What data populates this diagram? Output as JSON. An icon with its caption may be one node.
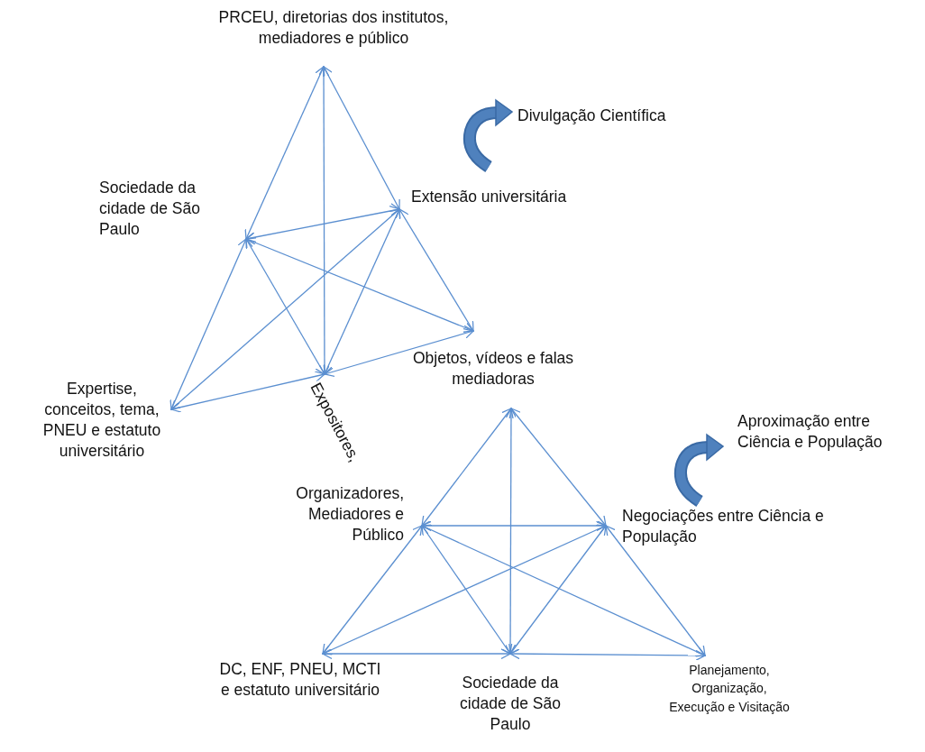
{
  "diagram": {
    "nodes": [
      {
        "text": [
          "PRCEU, diretorias dos institutos, mediadores e público"
        ]
      },
      {
        "text": [
          "Sociedade da cidade de São Paulo"
        ]
      },
      {
        "text": [
          "Extensão universitária"
        ]
      },
      {
        "text": [
          "Objetos, vídeos e falas mediadoras"
        ]
      },
      {
        "text": [
          "Expertise, conceitos, tema, PNEU e estatuto universitário"
        ]
      },
      {
        "text": [
          "Expositores,"
        ]
      },
      {
        "text": [
          "Organizadores, Mediadores e Público"
        ]
      },
      {
        "text": [
          "Negociações entre Ciência e População"
        ]
      },
      {
        "text": [
          "DC, ENF, PNEU, MCTI e  estatuto universitário"
        ]
      },
      {
        "text": [
          "Sociedade da cidade de São Paulo"
        ]
      },
      {
        "text": [
          "Planejamento, Organização, Execução e Visitação"
        ]
      }
    ],
    "edges": [
      {
        "from": 0,
        "to": 1,
        "arrow": "both"
      },
      {
        "from": 0,
        "to": 5,
        "arrow": "both"
      },
      {
        "from": 0,
        "to": 2,
        "arrow": "both"
      },
      {
        "from": 1,
        "to": 2,
        "arrow": "both"
      },
      {
        "from": 1,
        "to": 4,
        "arrow": "both"
      },
      {
        "from": 1,
        "to": 5,
        "arrow": "both"
      },
      {
        "from": 1,
        "to": 3,
        "arrow": "both"
      },
      {
        "from": 2,
        "to": 4,
        "arrow": "both"
      },
      {
        "from": 2,
        "to": 5,
        "arrow": "both"
      },
      {
        "from": 2,
        "to": 3,
        "arrow": "both"
      },
      {
        "from": 4,
        "to": 5,
        "arrow": "both"
      },
      {
        "from": 5,
        "to": 3,
        "arrow": "both"
      },
      {
        "from": 3,
        "to": 6,
        "arrow": "both"
      },
      {
        "from": 3,
        "to": 9,
        "arrow": "both"
      },
      {
        "from": 3,
        "to": 7,
        "arrow": "both"
      },
      {
        "from": 6,
        "to": 7,
        "arrow": "both"
      },
      {
        "from": 6,
        "to": 8,
        "arrow": "both"
      },
      {
        "from": 6,
        "to": 9,
        "arrow": "both"
      },
      {
        "from": 6,
        "to": 10,
        "arrow": "both"
      },
      {
        "from": 7,
        "to": 8,
        "arrow": "both"
      },
      {
        "from": 7,
        "to": 9,
        "arrow": "both"
      },
      {
        "from": 7,
        "to": 10,
        "arrow": "both"
      },
      {
        "from": 8,
        "to": 9,
        "arrow": "both"
      },
      {
        "from": 9,
        "to": 10,
        "arrow": "both"
      }
    ],
    "labels": [
      "Divulgação Científica",
      "Aproximação entre Ciência e População"
    ]
  }
}
